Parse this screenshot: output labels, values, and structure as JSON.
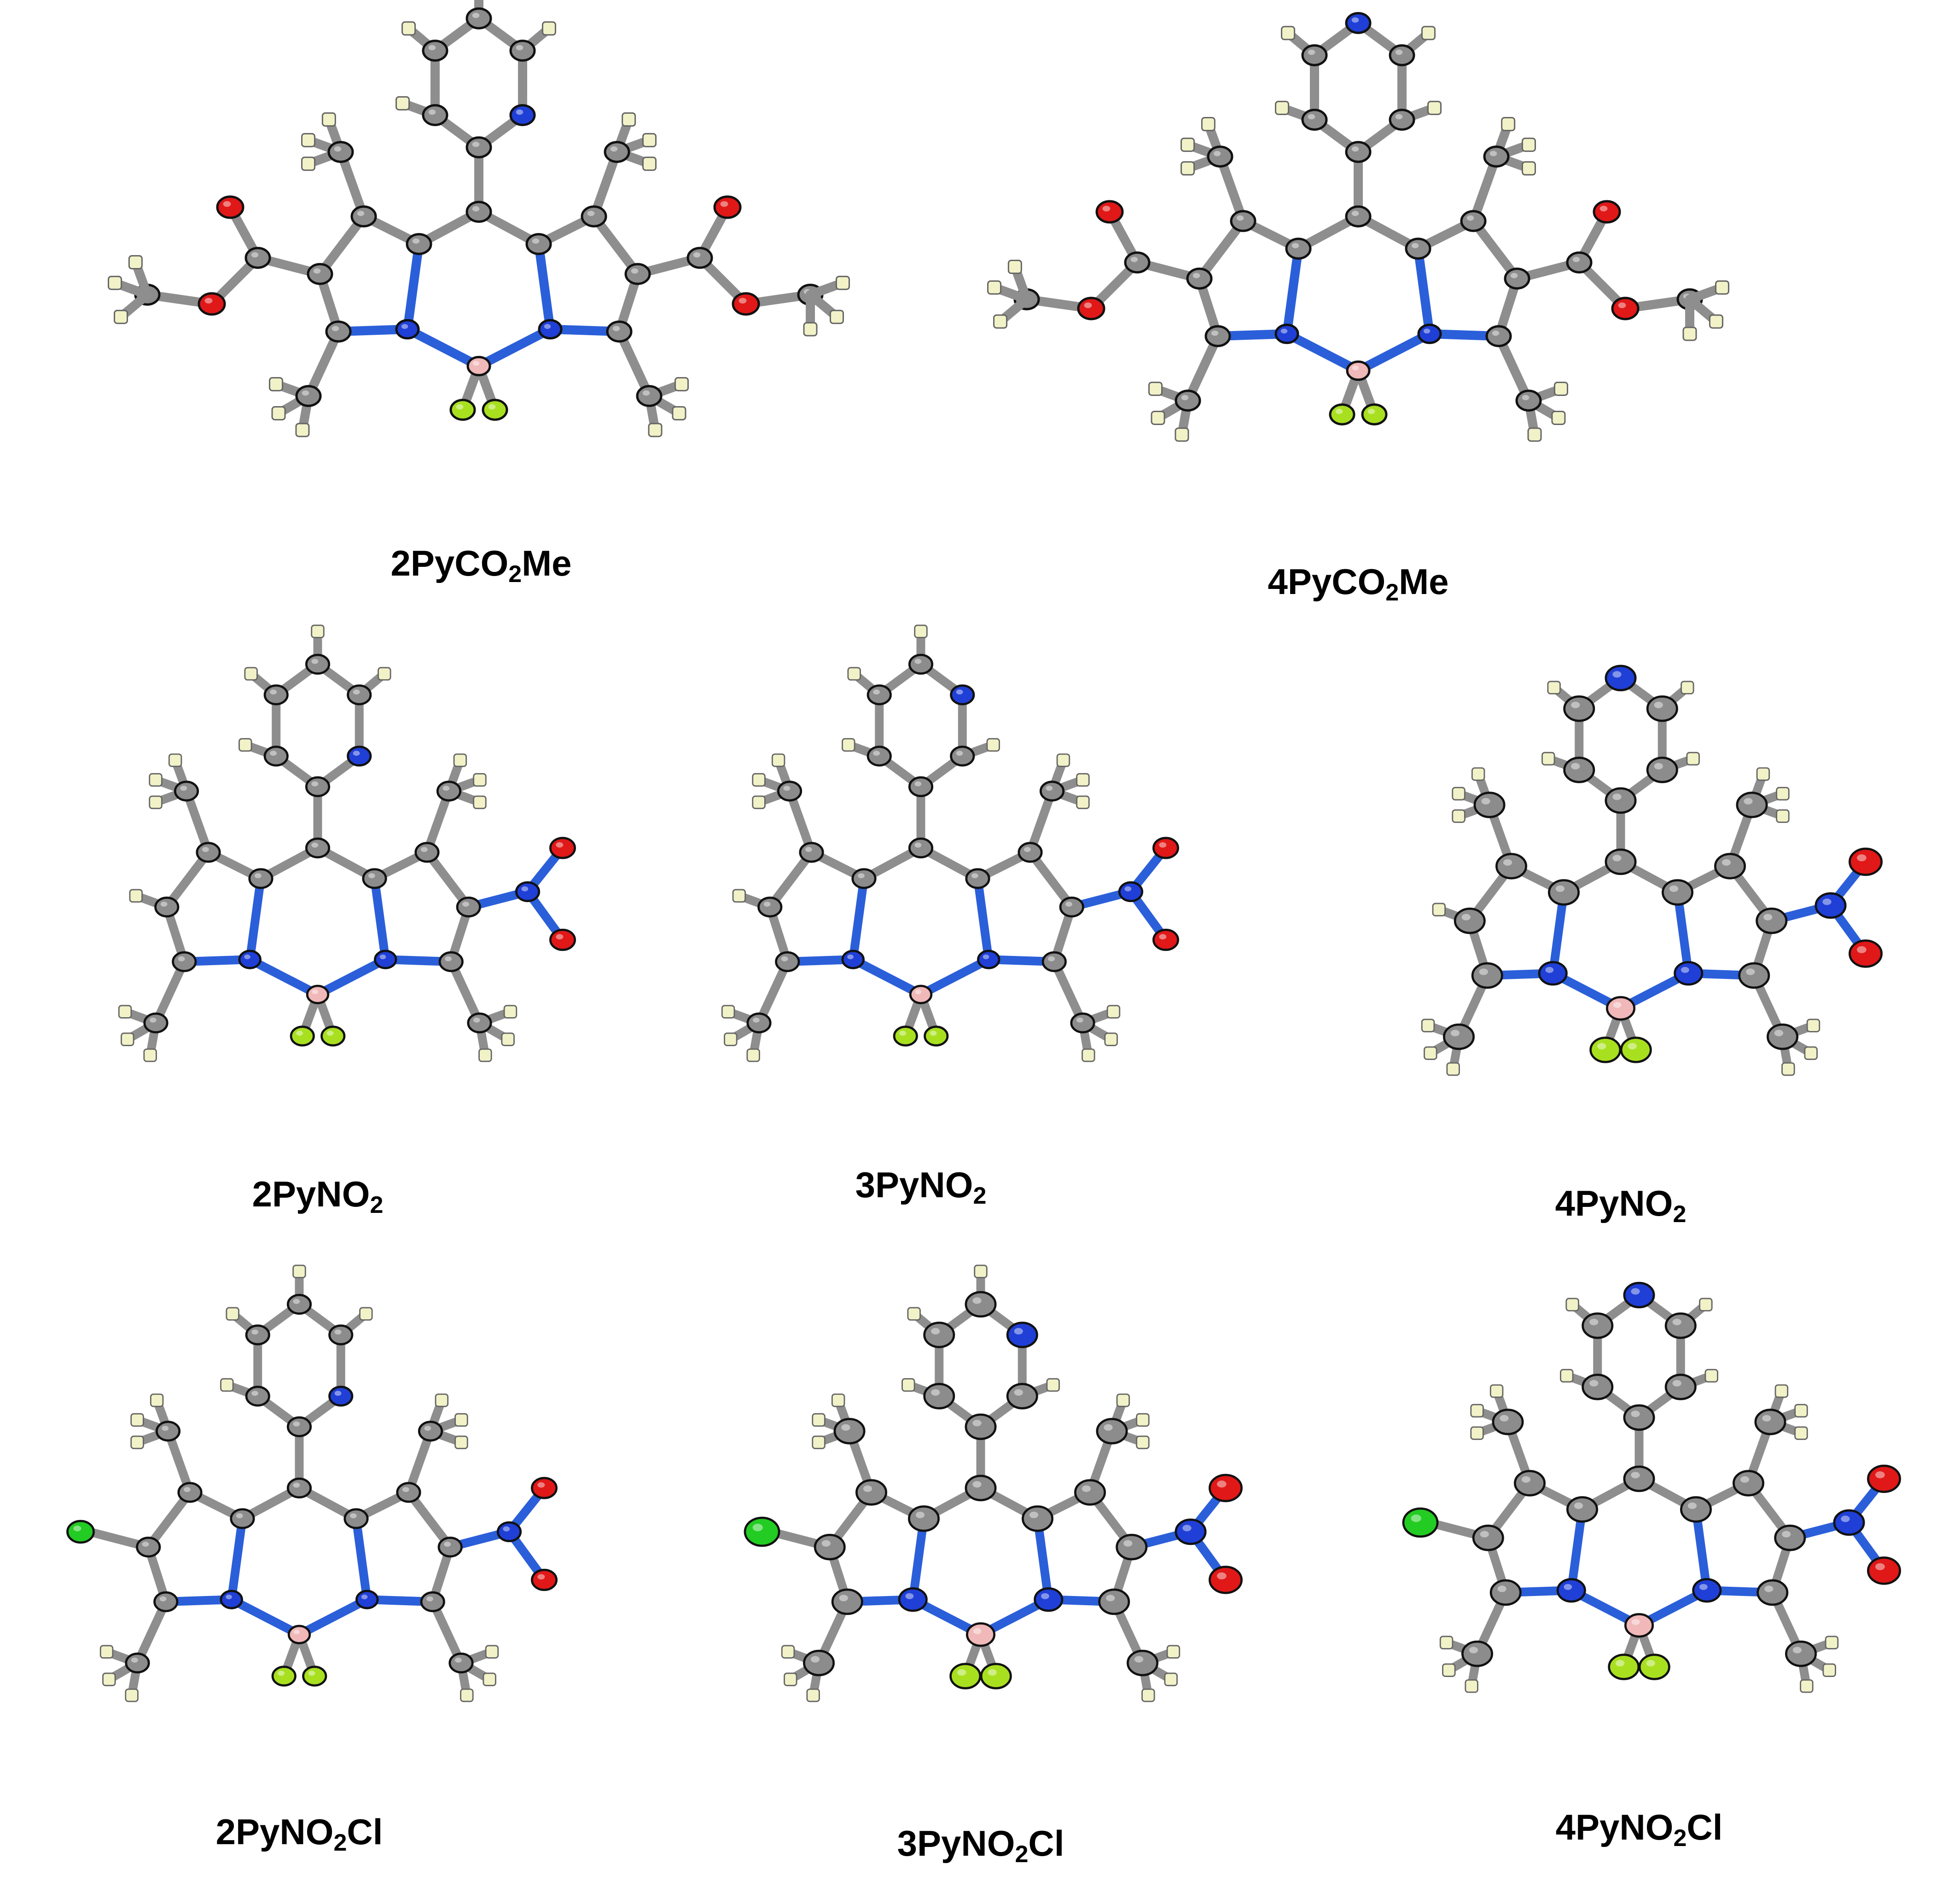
{
  "colors": {
    "carbon": "#8c8c8c",
    "hydrogen": "#f2f2c8",
    "nitrogen": "#1f3fd6",
    "oxygen": "#e01818",
    "boron": "#f0b8b8",
    "fluorine": "#a8e020",
    "chlorine": "#22cc22",
    "bond": "#8e8e8e"
  },
  "structures": [
    {
      "id": "2PyCO2Me",
      "label_main": "2PyCO",
      "label_sub": "2",
      "label_tail": "Me",
      "py_n": "2",
      "left": "ester",
      "right": "ester",
      "large_atoms": false
    },
    {
      "id": "4PyCO2Me",
      "label_main": "4PyCO",
      "label_sub": "2",
      "label_tail": "Me",
      "py_n": "4",
      "left": "ester",
      "right": "ester",
      "large_atoms": false
    },
    {
      "id": "2PyNO2",
      "label_main": "2PyNO",
      "label_sub": "2",
      "label_tail": "",
      "py_n": "2",
      "left": "H",
      "right": "nitro",
      "large_atoms": false
    },
    {
      "id": "3PyNO2",
      "label_main": "3PyNO",
      "label_sub": "2",
      "label_tail": "",
      "py_n": "3",
      "left": "H",
      "right": "nitro",
      "large_atoms": false
    },
    {
      "id": "4PyNO2",
      "label_main": "4PyNO",
      "label_sub": "2",
      "label_tail": "",
      "py_n": "4",
      "left": "H",
      "right": "nitro",
      "large_atoms": true
    },
    {
      "id": "2PyNO2Cl",
      "label_main": "2PyNO",
      "label_sub": "2",
      "label_tail": "Cl",
      "py_n": "2",
      "left": "Cl",
      "right": "nitro",
      "large_atoms": false
    },
    {
      "id": "3PyNO2Cl",
      "label_main": "3PyNO",
      "label_sub": "2",
      "label_tail": "Cl",
      "py_n": "3",
      "left": "Cl",
      "right": "nitro",
      "large_atoms": true
    },
    {
      "id": "4PyNO2Cl",
      "label_main": "4PyNO",
      "label_sub": "2",
      "label_tail": "Cl",
      "py_n": "4",
      "left": "Cl",
      "right": "nitro",
      "large_atoms": true
    }
  ]
}
